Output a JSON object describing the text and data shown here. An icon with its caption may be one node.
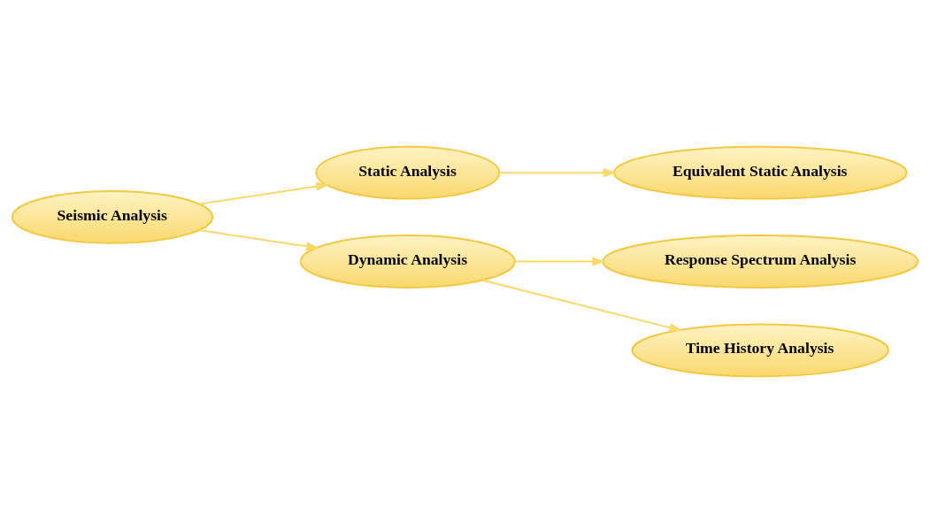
{
  "diagram": {
    "nodes": [
      {
        "text": [
          "Seismic Analysis"
        ]
      },
      {
        "text": [
          "Static Analysis"
        ]
      },
      {
        "text": [
          "Dynamic Analysis"
        ]
      },
      {
        "text": [
          "Equivalent Static Analysis"
        ]
      },
      {
        "text": [
          "Response Spectrum Analysis"
        ]
      },
      {
        "text": [
          "Time History Analysis"
        ]
      }
    ],
    "edges": [
      {
        "from": 0,
        "to": 1,
        "arrow": "to"
      },
      {
        "from": 0,
        "to": 2,
        "arrow": "to"
      },
      {
        "from": 1,
        "to": 3,
        "arrow": "to"
      },
      {
        "from": 2,
        "to": 4,
        "arrow": "to"
      },
      {
        "from": 2,
        "to": 5,
        "arrow": "to"
      }
    ]
  }
}
